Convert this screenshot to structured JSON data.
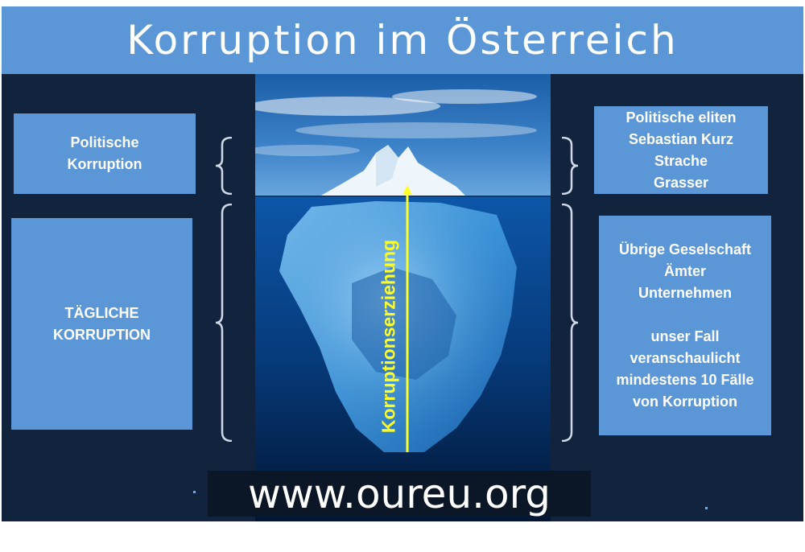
{
  "title": "Korruption im Österreich",
  "left": {
    "top_box": [
      "Politische",
      "Korruption"
    ],
    "bottom_box": [
      "TÄGLICHE",
      "KORRUPTION"
    ]
  },
  "right": {
    "top_box": [
      "Politische eliten",
      "Sebastian Kurz",
      "Strache",
      "Grasser"
    ],
    "bottom_box": [
      "Übrige Geselschaft",
      "Ämter",
      "Unternehmen",
      "",
      "unser Fall",
      "veranschaulicht",
      "mindestens 10 Fälle",
      "von Korruption"
    ]
  },
  "arrow_label": "Korruptionserziehung",
  "url": "www.oureu.org",
  "colors": {
    "title_bar": "#5b97d6",
    "box": "#5b97d6",
    "background": "#12243d",
    "arrow": "#ffff22",
    "brace": "#cfd8e6"
  }
}
